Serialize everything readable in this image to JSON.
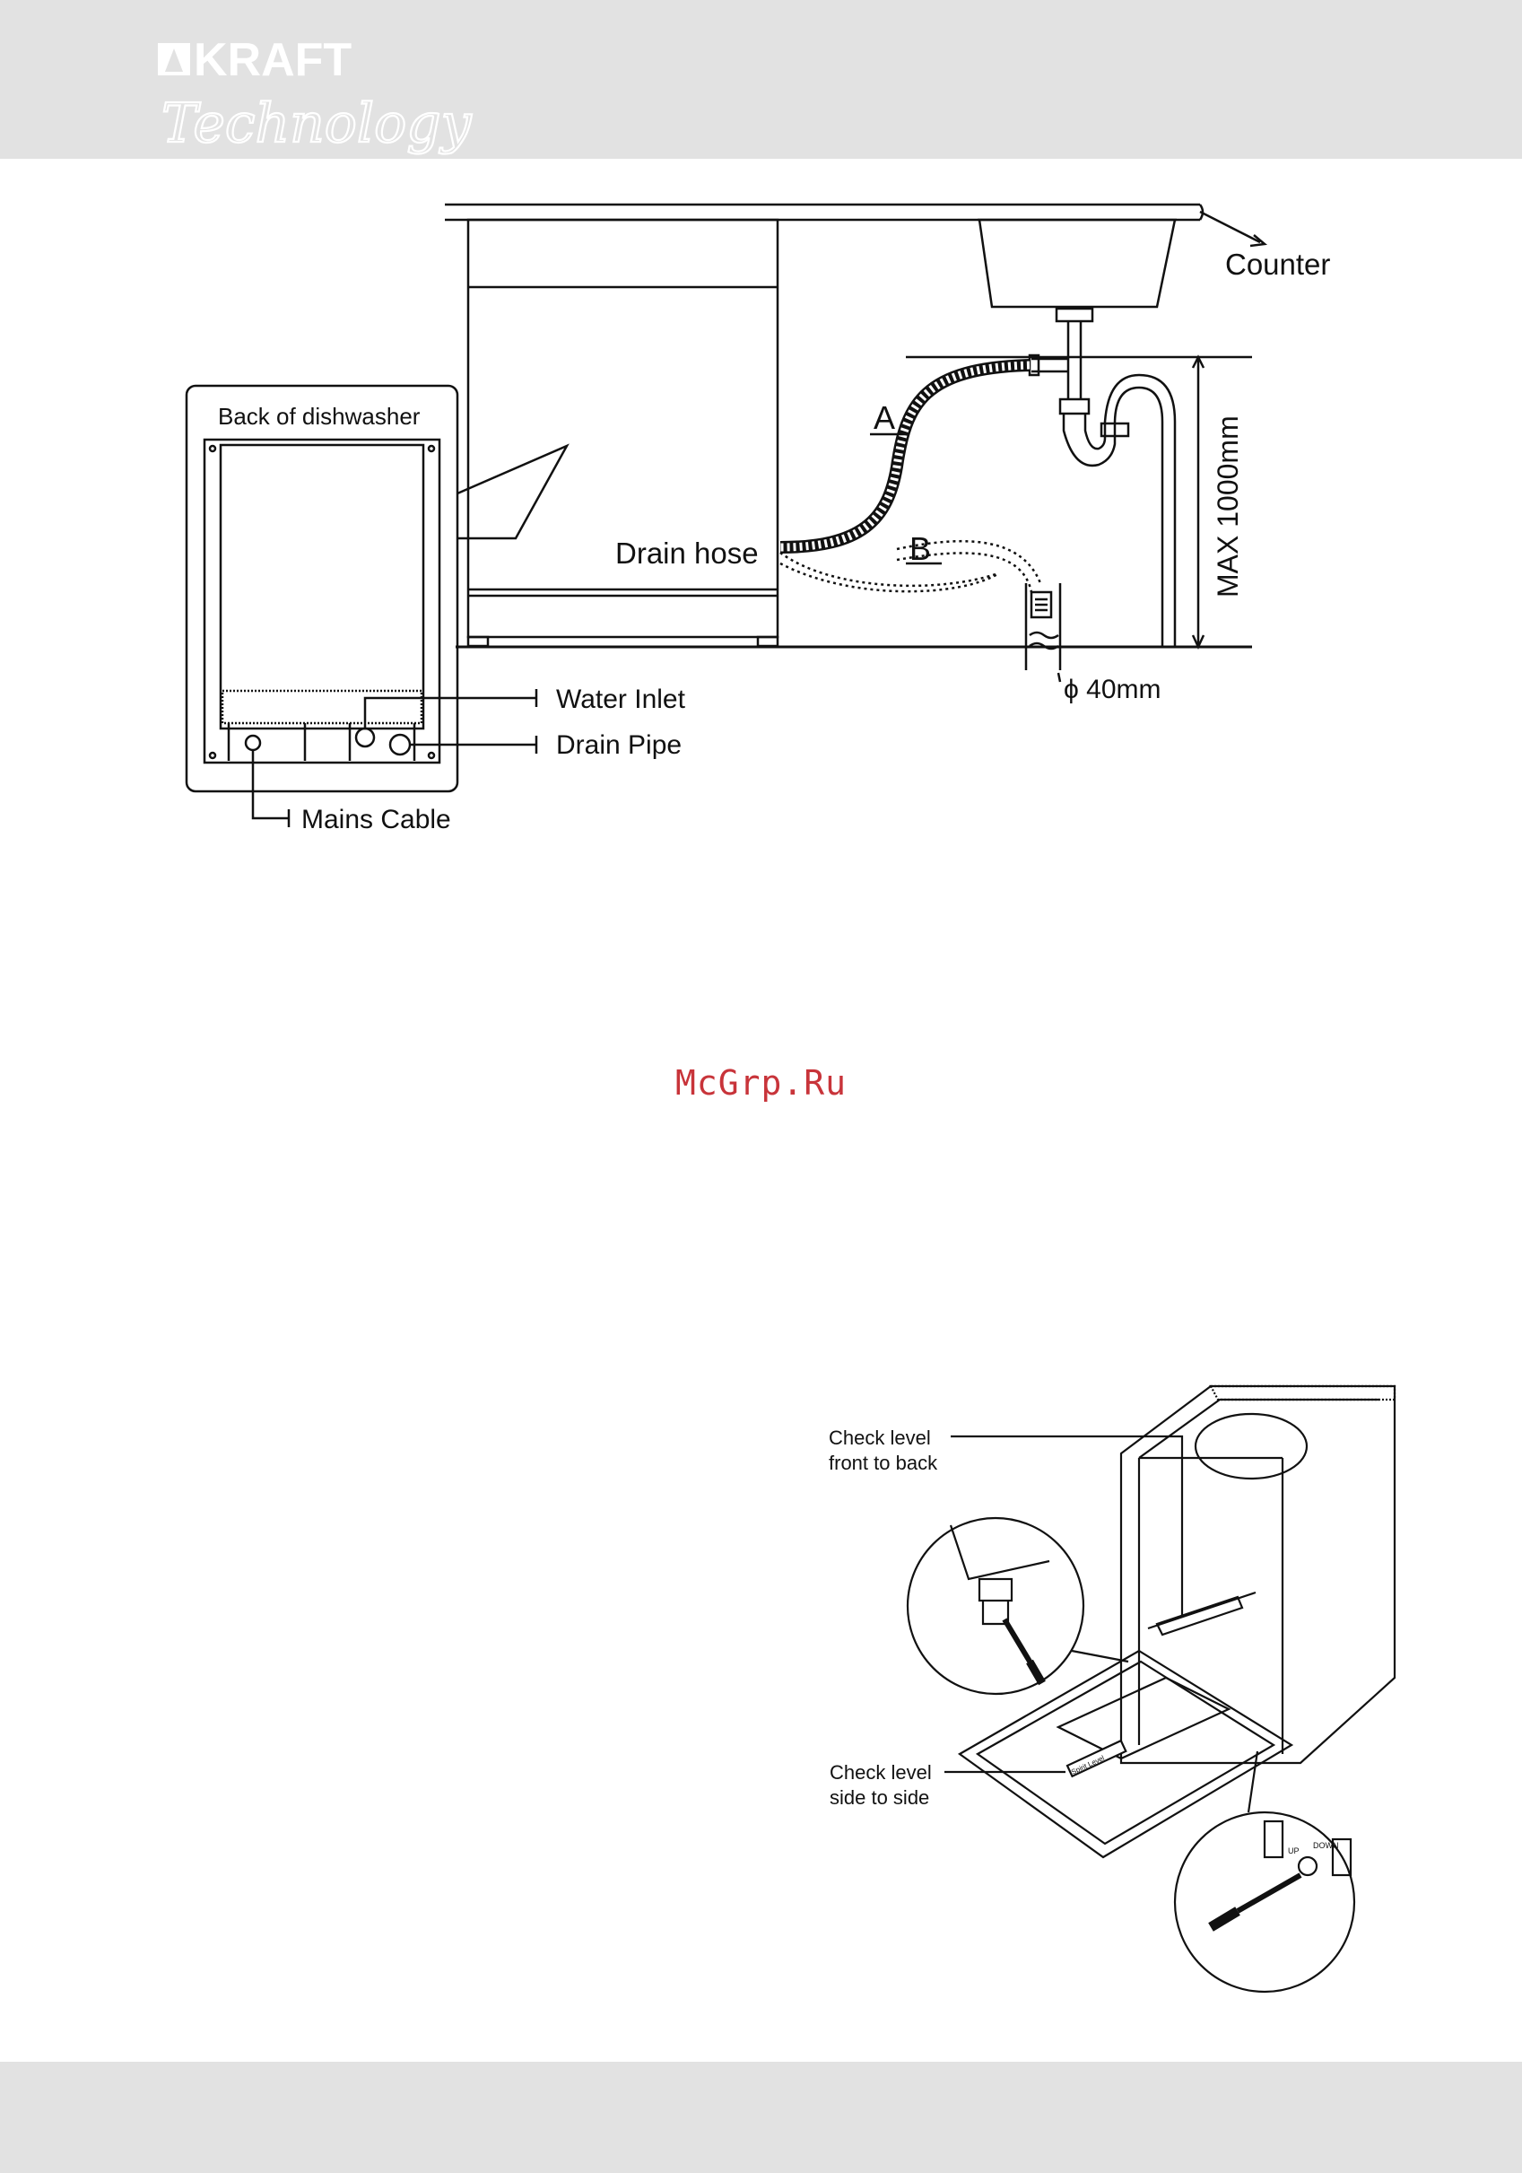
{
  "header": {
    "brand": "KRAFT",
    "brand_sub": "Technology",
    "band_color": "#e2e2e2"
  },
  "drain_diagram": {
    "counter_label": "Counter",
    "hose_label_a": "A",
    "hose_label_b": "B",
    "drain_hose_label": "Drain hose",
    "max_height_label": "MAX 1000mm",
    "pipe_diameter_label": "ϕ 40mm",
    "back_panel_title": "Back of dishwasher",
    "water_inlet_label": "Water Inlet",
    "drain_pipe_label": "Drain Pipe",
    "mains_cable_label": "Mains Cable"
  },
  "watermark": {
    "text": "McGrp.Ru",
    "color": "#c8343a"
  },
  "level_diagram": {
    "front_to_back_line1": "Check level",
    "front_to_back_line2": "front to back",
    "side_to_side_line1": "Check level",
    "side_to_side_line2": "side to side",
    "spirit_level_text": "Spirit Level",
    "up_label": "UP",
    "down_label": "DOWN"
  }
}
